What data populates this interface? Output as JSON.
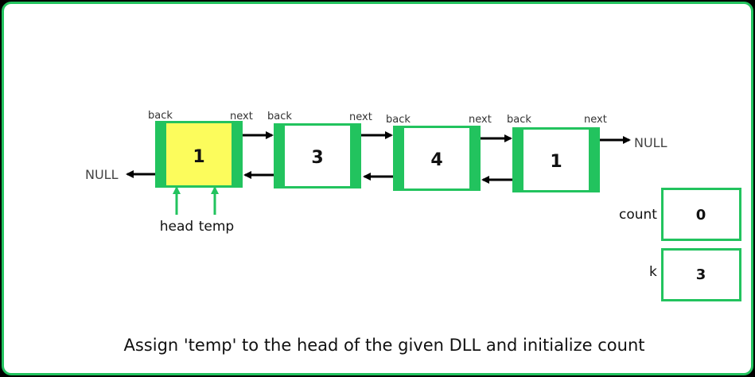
{
  "nodes": [
    {
      "value": "1",
      "back_label": "back",
      "next_label": "next"
    },
    {
      "value": "3",
      "back_label": "back",
      "next_label": "next"
    },
    {
      "value": "4",
      "back_label": "back",
      "next_label": "next"
    },
    {
      "value": "1",
      "back_label": "back",
      "next_label": "next"
    }
  ],
  "null_left": "NULL",
  "null_right": "NULL",
  "pointers": {
    "head": "head",
    "temp": "temp"
  },
  "variables": {
    "count": {
      "label": "count",
      "value": "0"
    },
    "k": {
      "label": "k",
      "value": "3"
    }
  },
  "caption": "Assign 'temp' to the head of the given DLL and initialize count",
  "colors": {
    "accent": "#22c35e",
    "highlight": "#fcfc5c",
    "background": "#000000",
    "panel": "#ffffff"
  }
}
